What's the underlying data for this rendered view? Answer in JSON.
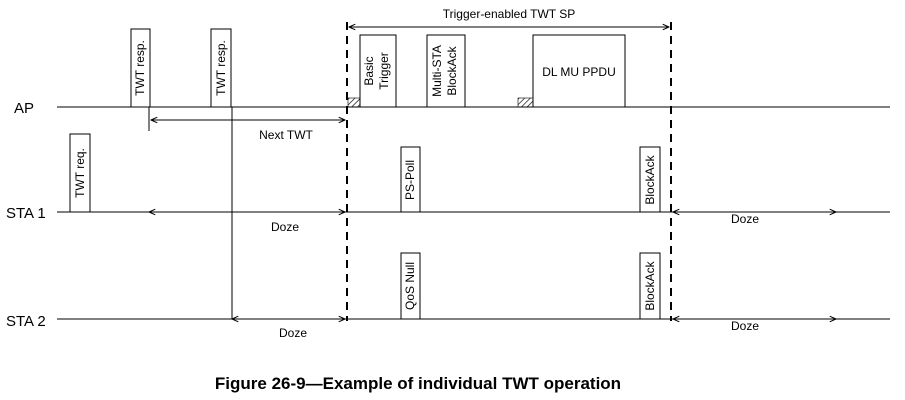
{
  "diagram": {
    "rows": {
      "ap": "AP",
      "sta1": "STA 1",
      "sta2": "STA 2"
    },
    "sp_label": "Trigger-enabled TWT SP",
    "next_twt": "Next TWT",
    "frames": {
      "twt_req": "TWT req.",
      "twt_resp_1": "TWT resp.",
      "twt_resp_2": "TWT resp.",
      "basic_trigger_l1": "Basic",
      "basic_trigger_l2": "Trigger",
      "multi_sta_l1": "Multi-STA",
      "multi_sta_l2": "BlockAck",
      "dl_mu_ppdu": "DL MU PPDU",
      "ps_poll": "PS-Poll",
      "blockack_sta1": "BlockAck",
      "qos_null": "QoS Null",
      "blockack_sta2": "BlockAck"
    },
    "doze": {
      "sta1_left": "Doze",
      "sta1_right": "Doze",
      "sta2_left": "Doze",
      "sta2_right": "Doze"
    },
    "caption": "Figure 26-9—Example of individual TWT operation"
  }
}
